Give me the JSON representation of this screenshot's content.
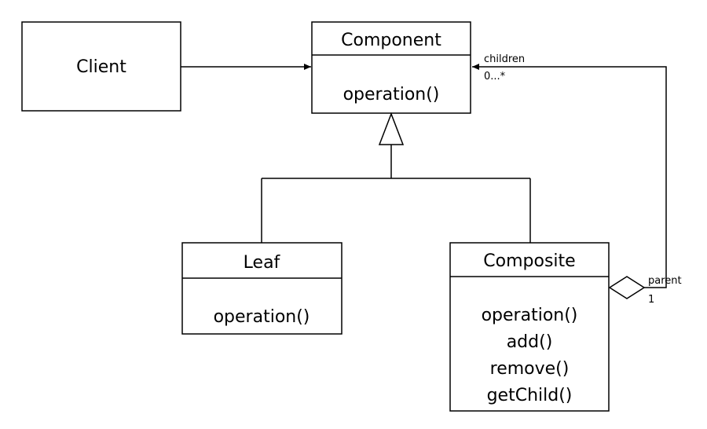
{
  "classes": {
    "client": {
      "name": "Client"
    },
    "component": {
      "name": "Component",
      "methods": [
        "operation()"
      ]
    },
    "leaf": {
      "name": "Leaf",
      "methods": [
        "operation()"
      ]
    },
    "composite": {
      "name": "Composite",
      "methods": [
        "operation()",
        "add()",
        "remove()",
        "getChild()"
      ]
    }
  },
  "relations": {
    "children_label": "children",
    "children_multiplicity": "0...*",
    "parent_label": "parent",
    "parent_multiplicity": "1"
  }
}
